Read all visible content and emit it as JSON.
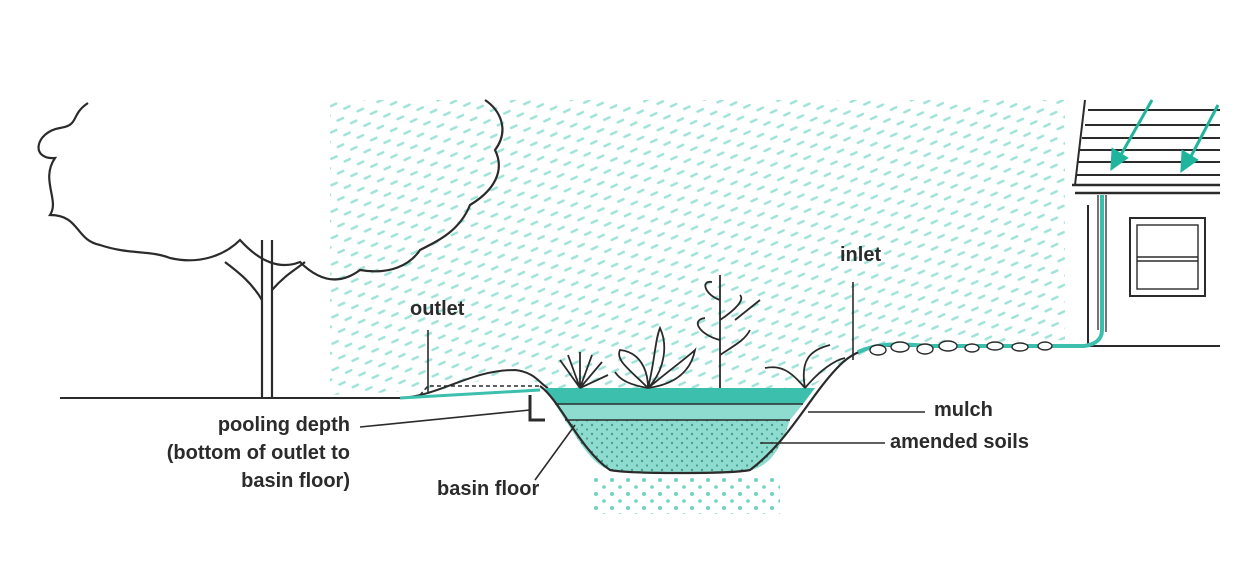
{
  "colors": {
    "water": "#3dbfae",
    "water_light": "#8ddccf",
    "rain": "#9fe3d8",
    "ink": "#2b2b2b",
    "arrow": "#1fb59c"
  },
  "labels": {
    "outlet": "outlet",
    "inlet": "inlet",
    "mulch": "mulch",
    "amended_soils": "amended soils",
    "pooling_depth": "pooling depth",
    "pooling_depth_note_1": "(bottom of outlet to",
    "pooling_depth_note_2": "basin floor)",
    "basin_floor": "basin floor"
  }
}
